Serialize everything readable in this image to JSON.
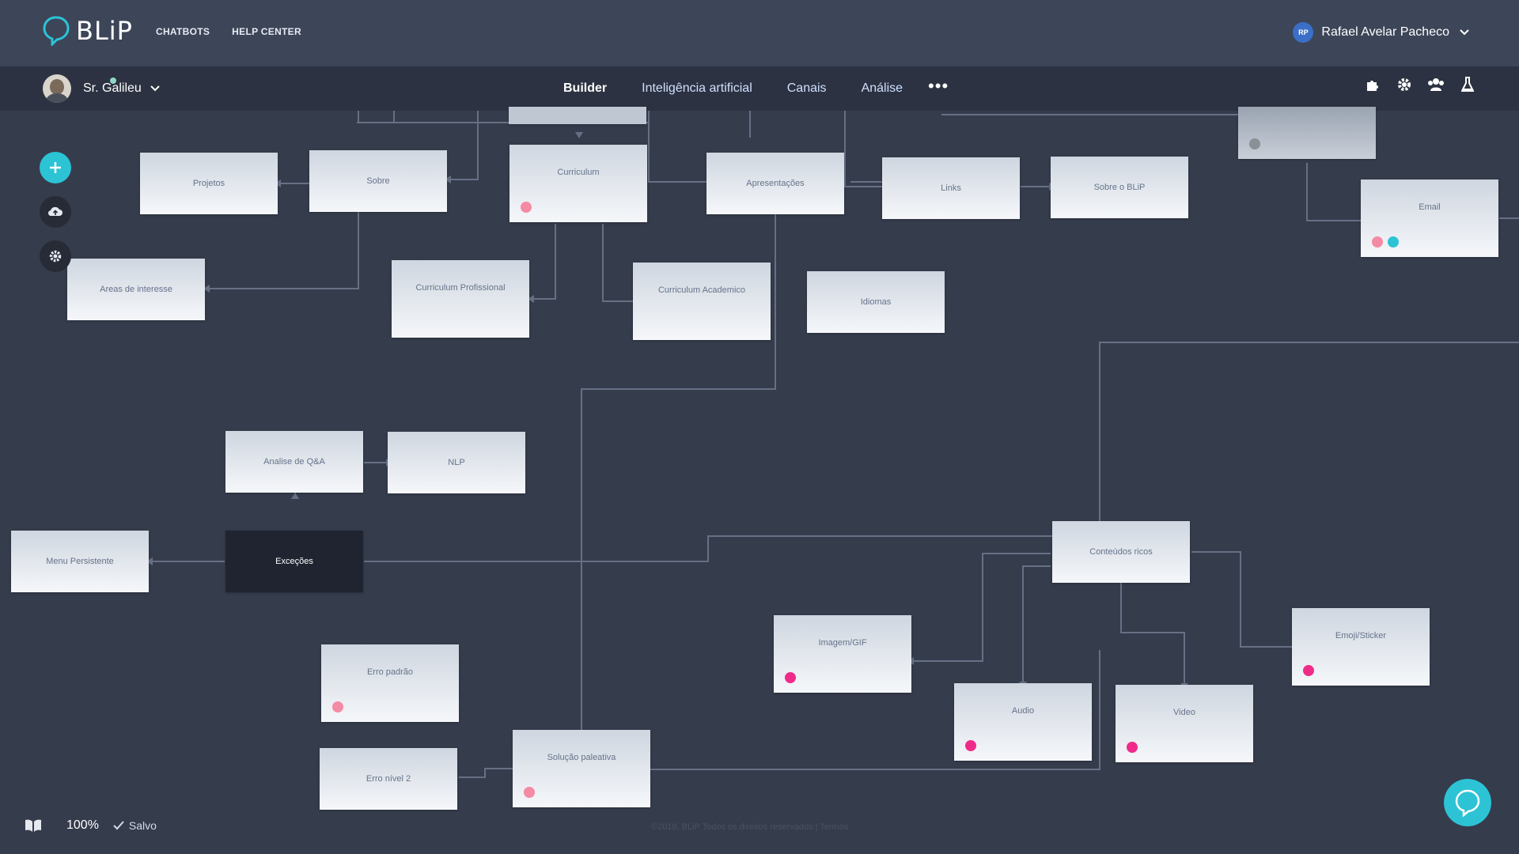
{
  "app": {
    "logo_text": "BLiP"
  },
  "topnav": {
    "chatbots": "CHATBOTS",
    "help_center": "HELP CENTER"
  },
  "user": {
    "initials": "RP",
    "name": "Rafael Avelar Pacheco"
  },
  "bot": {
    "name": "Sr. Galileu"
  },
  "tabs": [
    {
      "label": "Builder",
      "active": true
    },
    {
      "label": "Inteligência artificial"
    },
    {
      "label": "Canais"
    },
    {
      "label": "Análise"
    }
  ],
  "more_label": "•••",
  "nodes": {
    "projetos": "Projetos",
    "sobre": "Sobre",
    "curriculum": "Curriculum",
    "apresentacoes": "Apresentações",
    "links": "Links",
    "sobre_blip": "Sobre o BLiP",
    "email": "Email",
    "areas_interesse": "Areas de interesse",
    "curriculum_profissional": "Curriculum Profissional",
    "curriculum_academico": "Curriculum Academico",
    "idiomas": "Idiomas",
    "analise_qa": "Analise de Q&A",
    "nlp": "NLP",
    "menu_persistente": "Menu Persistente",
    "excecoes": "Exceções",
    "conteudos_ricos": "Conteúdos ricos",
    "imagem_gif": "Imagem/GIF",
    "emoji_sticker": "Emoji/Sticker",
    "audio": "Audio",
    "video": "Video",
    "erro_padrao": "Erro padrão",
    "erro_nivel2": "Erro nível 2",
    "solucao_paleativa": "Solução paleativa"
  },
  "bottom": {
    "zoom": "100%",
    "saved": "Salvo"
  },
  "footer": "©2018, BLiP Todos os direitos reservados | Termos",
  "colors": {
    "accent": "#2cc3d5",
    "tag_pink": "#f48aa3",
    "tag_magenta": "#ef2b8a",
    "tag_teal": "#2cc3d5"
  }
}
